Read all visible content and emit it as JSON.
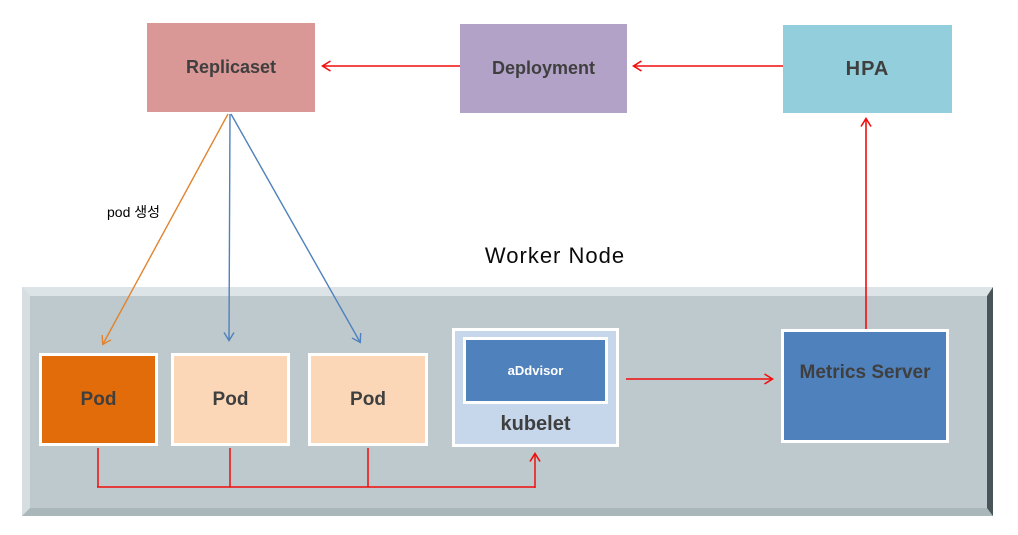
{
  "diagram": {
    "worker_node_title": "Worker Node",
    "nodes": {
      "replicaset": {
        "label": "Replicaset",
        "fill": "#d99795"
      },
      "deployment": {
        "label": "Deployment",
        "fill": "#b3a2c8"
      },
      "hpa": {
        "label": "HPA",
        "fill": "#93cedd"
      },
      "pod1": {
        "label": "Pod",
        "fill": "#e36c0a"
      },
      "pod2": {
        "label": "Pod",
        "fill": "#fcd7b7"
      },
      "pod3": {
        "label": "Pod",
        "fill": "#fcd7b7"
      },
      "cadvisor": {
        "label": "aDdvisor",
        "fill": "#4f81bd"
      },
      "kubelet": {
        "label": "kubelet",
        "fill": "#c7d7eb"
      },
      "metrics_server": {
        "label": "Metrics Server",
        "fill": "#4f81bd"
      }
    },
    "edges": {
      "pod_create_label": "pod 생성",
      "colors": {
        "red": "#f20d0d",
        "orange": "#e2832d",
        "blue": "#4f81bd"
      }
    },
    "container_fill": "#bdc9cd",
    "label_color": "#3f3f3f"
  }
}
